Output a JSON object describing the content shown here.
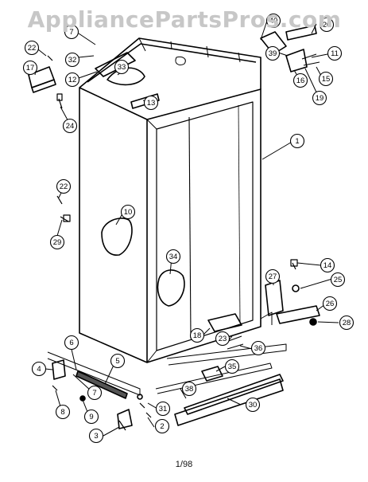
{
  "watermark": "AppliancePartsPros.com",
  "footer_code": "1/98",
  "callouts": [
    {
      "id": "c7",
      "label": "7"
    },
    {
      "id": "c32",
      "label": "32"
    },
    {
      "id": "c12",
      "label": "12"
    },
    {
      "id": "c33",
      "label": "33"
    },
    {
      "id": "c22a",
      "label": "22"
    },
    {
      "id": "c17",
      "label": "17"
    },
    {
      "id": "c13",
      "label": "13"
    },
    {
      "id": "c24",
      "label": "24"
    },
    {
      "id": "c40",
      "label": "40"
    },
    {
      "id": "c20",
      "label": "20"
    },
    {
      "id": "c39",
      "label": "39"
    },
    {
      "id": "c11",
      "label": "11"
    },
    {
      "id": "c16",
      "label": "16"
    },
    {
      "id": "c15",
      "label": "15"
    },
    {
      "id": "c19",
      "label": "19"
    },
    {
      "id": "c1",
      "label": "1"
    },
    {
      "id": "c22b",
      "label": "22"
    },
    {
      "id": "c29",
      "label": "29"
    },
    {
      "id": "c10",
      "label": "10"
    },
    {
      "id": "c34",
      "label": "34"
    },
    {
      "id": "c14",
      "label": "14"
    },
    {
      "id": "c27",
      "label": "27"
    },
    {
      "id": "c25",
      "label": "25"
    },
    {
      "id": "c26",
      "label": "26"
    },
    {
      "id": "c28",
      "label": "28"
    },
    {
      "id": "c18",
      "label": "18"
    },
    {
      "id": "c23",
      "label": "23"
    },
    {
      "id": "c36",
      "label": "36"
    },
    {
      "id": "c35",
      "label": "35"
    },
    {
      "id": "c6",
      "label": "6"
    },
    {
      "id": "c5",
      "label": "5"
    },
    {
      "id": "c4",
      "label": "4"
    },
    {
      "id": "c7b",
      "label": "7"
    },
    {
      "id": "c8",
      "label": "8"
    },
    {
      "id": "c9",
      "label": "9"
    },
    {
      "id": "c3",
      "label": "3"
    },
    {
      "id": "c31",
      "label": "31"
    },
    {
      "id": "c2",
      "label": "2"
    },
    {
      "id": "c38",
      "label": "38"
    },
    {
      "id": "c30",
      "label": "30"
    }
  ]
}
